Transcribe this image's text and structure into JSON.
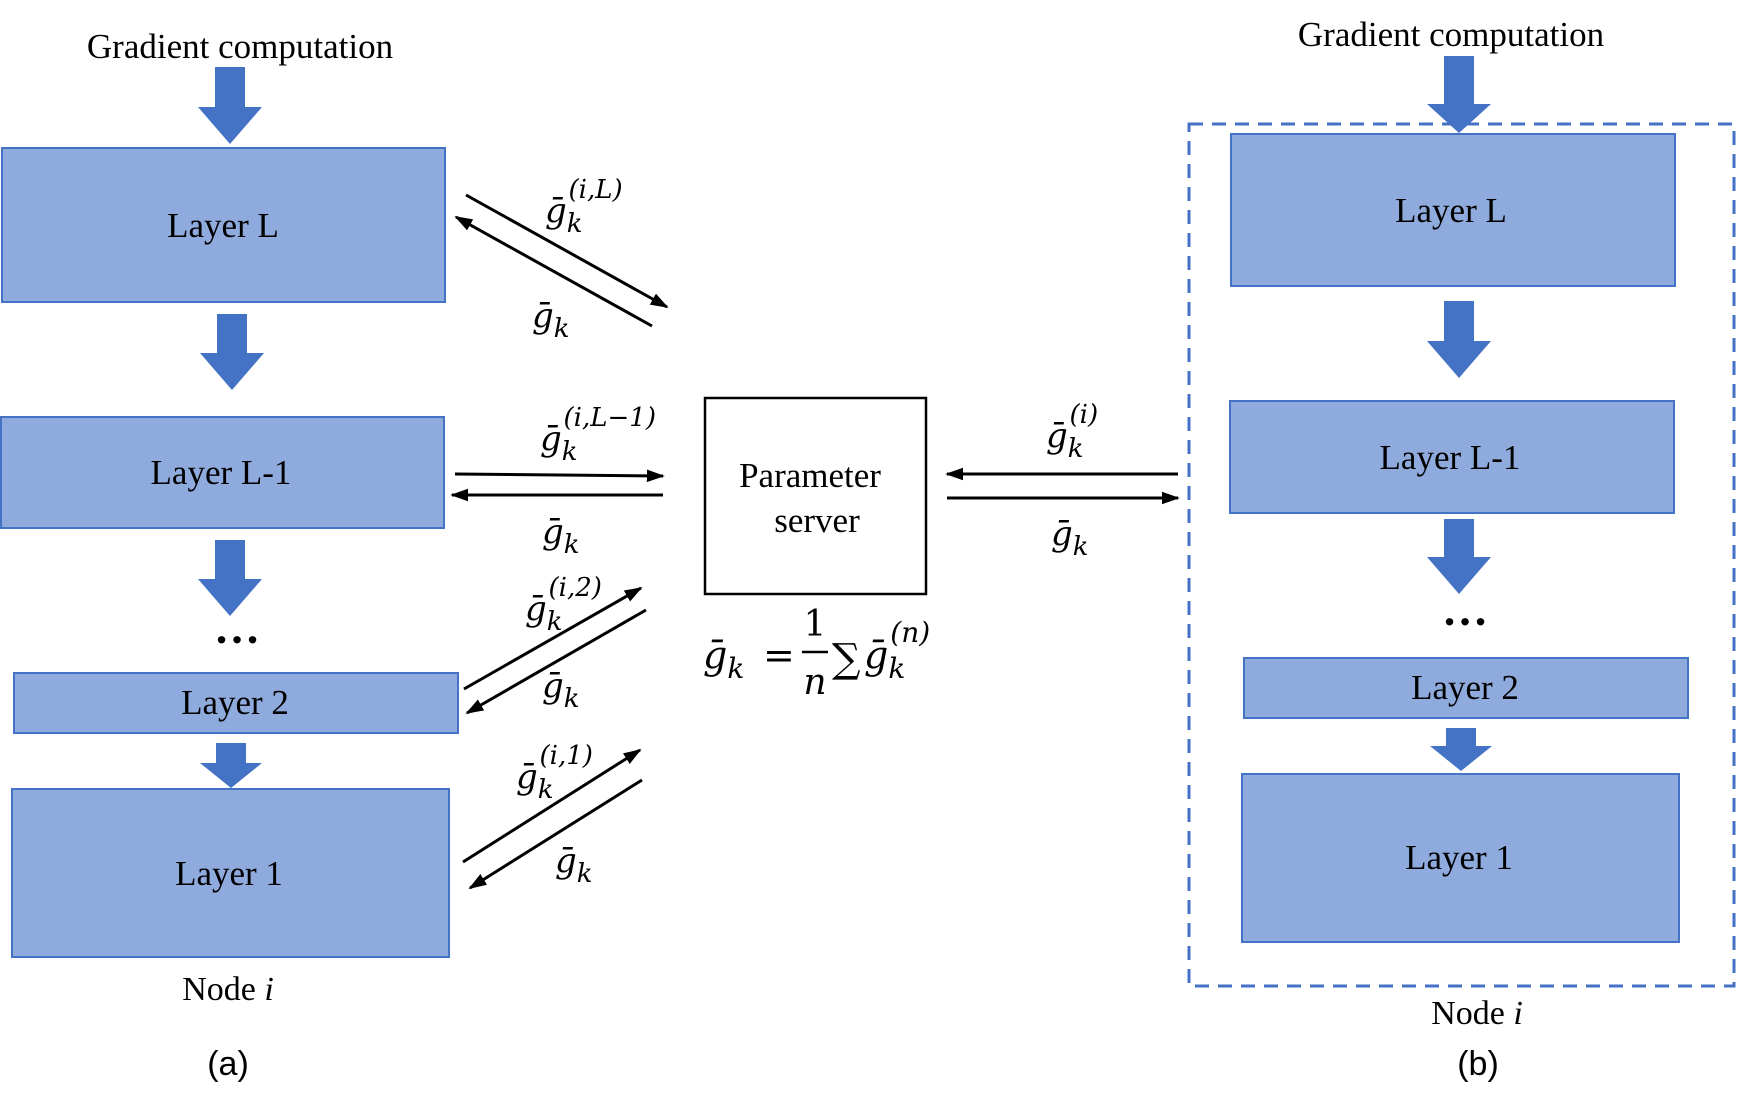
{
  "panel_a": {
    "title": "Gradient computation",
    "layers": [
      "Layer L",
      "Layer L-1",
      "Layer 2",
      "Layer 1"
    ],
    "ellipsis": "…",
    "node_label": "Node",
    "node_var": "i",
    "caption": "(a)",
    "gradient_labels": {
      "up_L": {
        "base": "ḡ",
        "sub": "k",
        "sup": "(i,L)"
      },
      "up_L1": {
        "base": "ḡ",
        "sub": "k",
        "sup": "(i,L−1)"
      },
      "up_2": {
        "base": "ḡ",
        "sub": "k",
        "sup": "(i,2)"
      },
      "up_1": {
        "base": "ḡ",
        "sub": "k",
        "sup": "(i,1)"
      },
      "down": {
        "base": "ḡ",
        "sub": "k"
      }
    }
  },
  "server": {
    "line1": "Parameter",
    "line2": "server",
    "formula": {
      "lhs_base": "ḡ",
      "lhs_sub": "k",
      "equals": "=",
      "numerator": "1",
      "denominator": "n",
      "sum": "∑",
      "rhs_base": "ḡ",
      "rhs_sub": "k",
      "rhs_sup": "(n)"
    }
  },
  "panel_b": {
    "title": "Gradient computation",
    "layers": [
      "Layer L",
      "Layer L-1",
      "Layer 2",
      "Layer 1"
    ],
    "ellipsis": "…",
    "node_label": "Node",
    "node_var": "i",
    "caption": "(b)",
    "gradient_labels": {
      "up": {
        "base": "ḡ",
        "sub": "k",
        "sup": "(i)"
      },
      "down": {
        "base": "ḡ",
        "sub": "k"
      }
    }
  },
  "colors": {
    "layer_fill": "#8faadc",
    "layer_border": "#4472c4",
    "flow_arrow": "#4472c4",
    "node_dashed_border": "#4472c4"
  }
}
